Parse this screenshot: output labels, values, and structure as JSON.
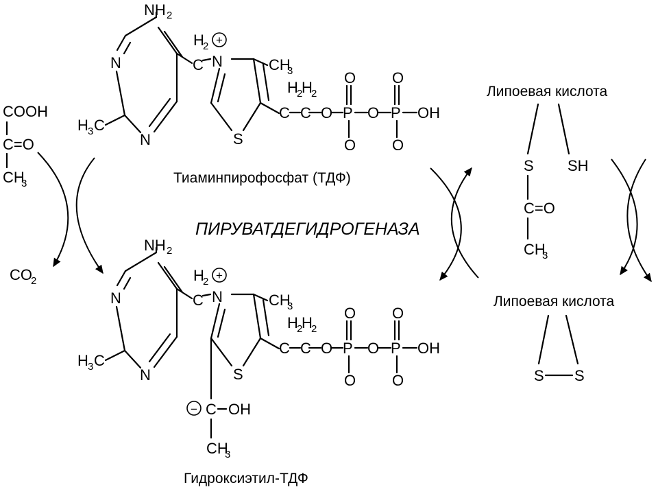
{
  "labels": {
    "tdp_caption": "Тиаминпирофосфат (ТДФ)",
    "enzyme": "ПИРУВАТДЕГИДРОГЕНАЗА",
    "hydroxyethyl_caption": "Гидроксиэтил-ТДФ",
    "lipoic_top": "Липоевая кислота",
    "lipoic_bottom": "Липоевая кислота",
    "co2": "CO",
    "co2_sub": "2"
  },
  "pyruvate": {
    "cooh": "COOH",
    "co": "C=O",
    "ch3": "CH",
    "ch3_sub": "3"
  },
  "atoms": {
    "nh2": "NH",
    "nh2_sub": "2",
    "n": "N",
    "h3c": "H",
    "h3c_sub": "3",
    "h3c_c": "C",
    "h2": "H",
    "h2_sub": "2",
    "c": "C",
    "nplus": "N",
    "plus": "+",
    "ch3": "CH",
    "ch3_sub": "3",
    "s": "S",
    "o": "O",
    "p": "P",
    "oh": "OH"
  },
  "intermediate": {
    "minus": "−",
    "c": "C",
    "oh": "OH",
    "ch3": "CH",
    "ch3_sub": "3"
  },
  "lipoyl": {
    "s": "S",
    "sh": "SH",
    "co": "C=O",
    "ch3": "CH",
    "ch3_sub": "3"
  }
}
